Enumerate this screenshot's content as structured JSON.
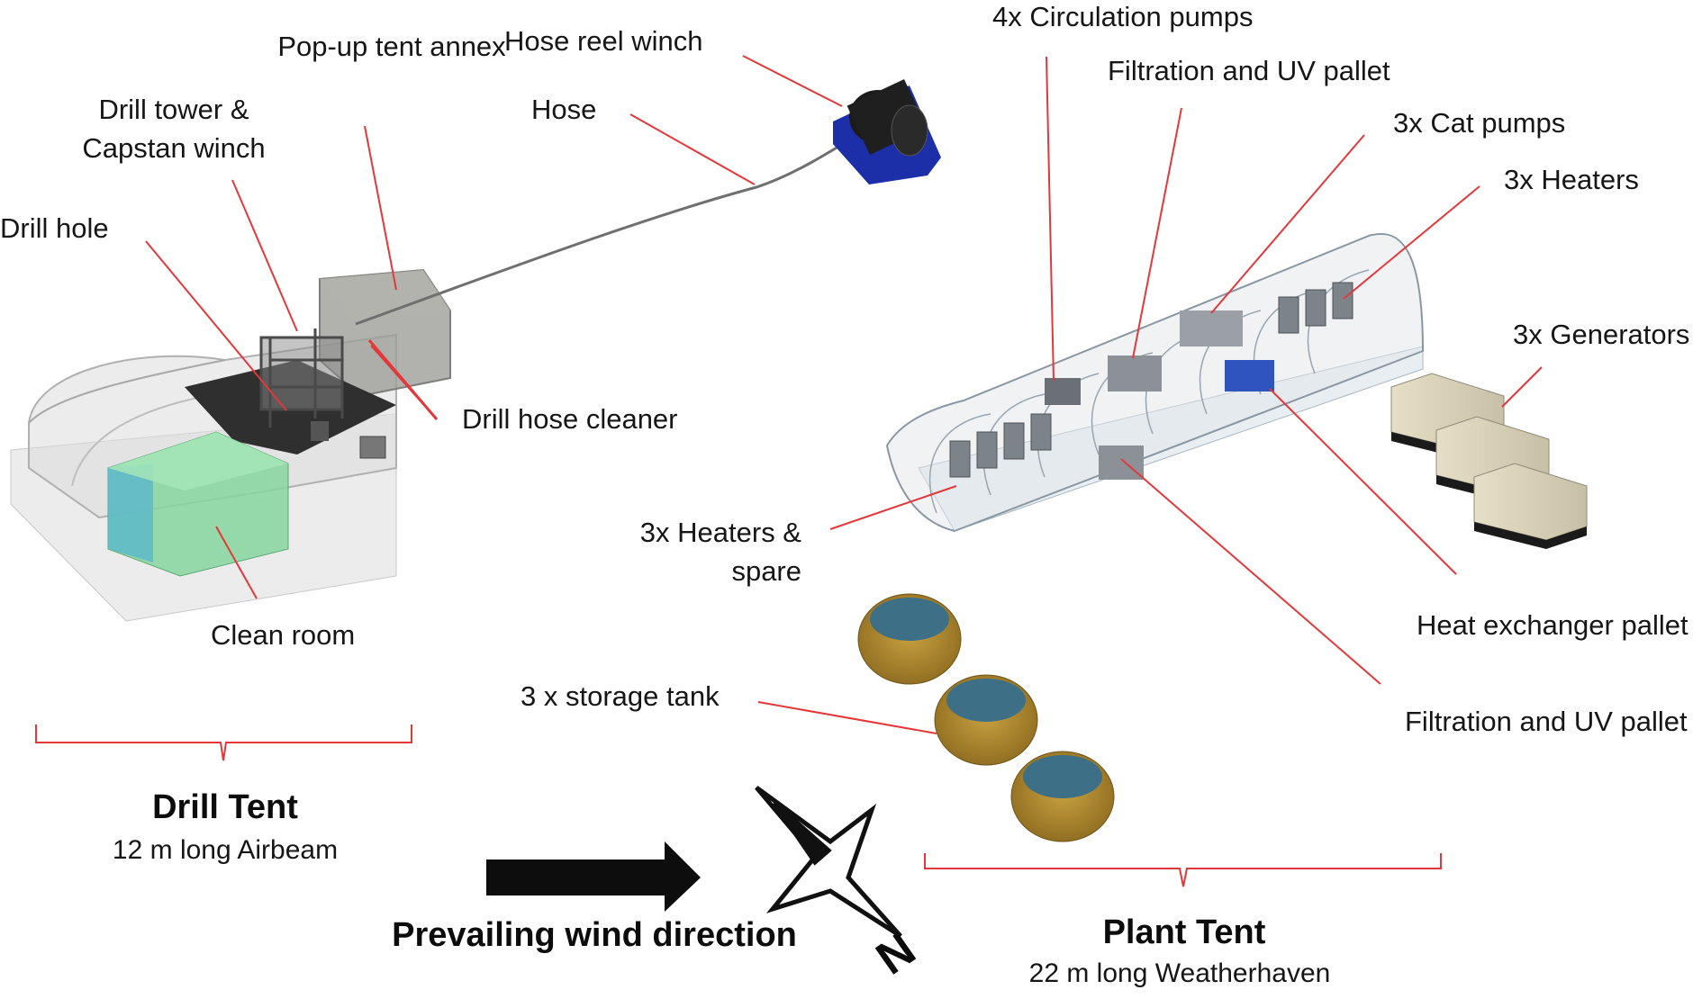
{
  "labels": {
    "popup_tent": "Pop-up tent annex",
    "hose_reel": "Hose reel winch",
    "drill_tower": "Drill tower & Capstan winch",
    "hose": "Hose",
    "drill_hole": "Drill hole",
    "drill_hose_cleaner": "Drill hose cleaner",
    "clean_room": "Clean room",
    "circ_pumps": "4x Circulation pumps",
    "filtration_top": "Filtration and UV pallet",
    "cat_pumps": "3x Cat pumps",
    "heaters_top": "3x Heaters",
    "generators": "3x Generators",
    "heaters_spare": "3x Heaters & spare",
    "heat_exchanger": "Heat exchanger pallet",
    "storage_tank": "3 x storage tank",
    "filtration_bottom": "Filtration and UV pallet"
  },
  "drill_tent": {
    "title": "Drill Tent",
    "subtitle": "12 m long Airbeam"
  },
  "plant_tent": {
    "title": "Plant Tent",
    "subtitle": "22 m long Weatherhaven"
  },
  "wind": {
    "label": "Prevailing wind direction"
  },
  "compass": {
    "north": "N"
  },
  "colors": {
    "leader": "#e3383a",
    "winch": "#1c2fa8",
    "clean_room_green": "#86d6a0",
    "clean_room_blue": "#5ab7cc",
    "tank_rim": "#a7822b",
    "tank_water": "#3d6f86",
    "generator": "#d6cfb6"
  }
}
